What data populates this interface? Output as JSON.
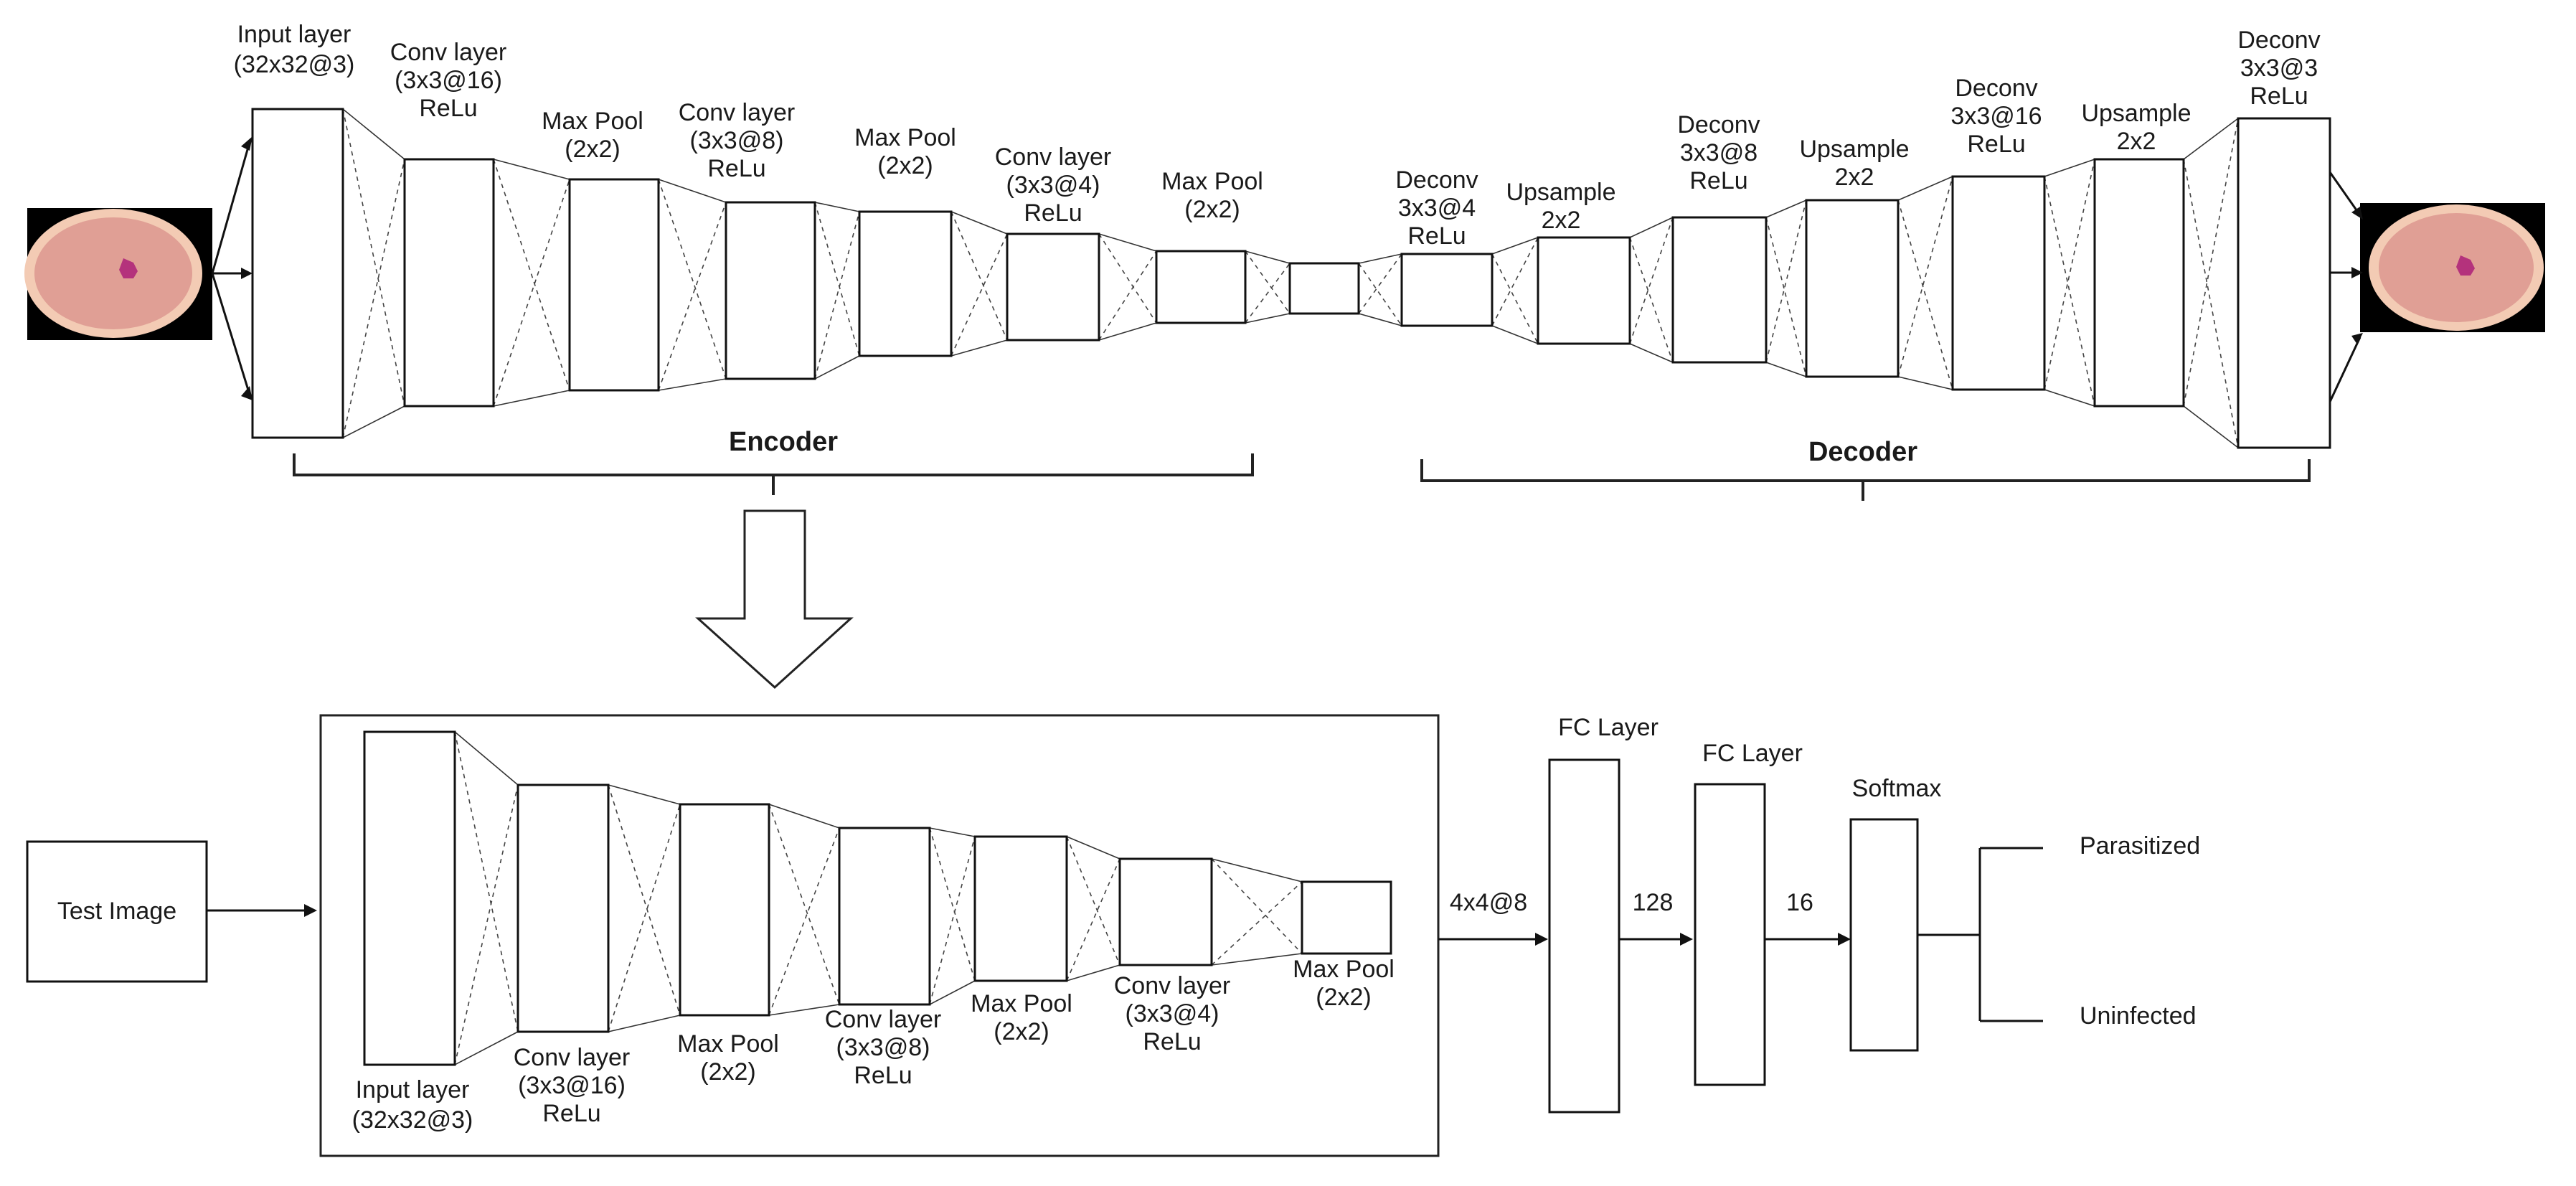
{
  "encoder": {
    "title": "Encoder",
    "layers": [
      {
        "lines": [
          "Input layer",
          "(32x32@3)"
        ]
      },
      {
        "lines": [
          "Conv layer",
          "(3x3@16)",
          "ReLu"
        ]
      },
      {
        "lines": [
          "Max Pool",
          "(2x2)"
        ]
      },
      {
        "lines": [
          "Conv layer",
          "(3x3@8)",
          "ReLu"
        ]
      },
      {
        "lines": [
          "Max Pool",
          "(2x2)"
        ]
      },
      {
        "lines": [
          "Conv layer",
          "(3x3@4)",
          "ReLu"
        ]
      },
      {
        "lines": [
          "Max Pool",
          "(2x2)"
        ]
      },
      {
        "lines": []
      }
    ]
  },
  "decoder": {
    "title": "Decoder",
    "layers": [
      {
        "lines": [
          "Deconv",
          "3x3@4",
          "ReLu"
        ]
      },
      {
        "lines": [
          "Upsample",
          "2x2"
        ]
      },
      {
        "lines": [
          "Deconv",
          "3x3@8",
          "ReLu"
        ]
      },
      {
        "lines": [
          "Upsample",
          "2x2"
        ]
      },
      {
        "lines": [
          "Deconv",
          "3x3@16",
          "ReLu"
        ]
      },
      {
        "lines": [
          "Upsample",
          "2x2"
        ]
      },
      {
        "lines": [
          "Deconv",
          "3x3@3",
          "ReLu"
        ]
      }
    ]
  },
  "classifier": {
    "test_image": "Test Image",
    "layers": [
      {
        "lines": [
          "Input layer",
          "(32x32@3)"
        ]
      },
      {
        "lines": [
          "Conv layer",
          "(3x3@16)",
          "ReLu"
        ]
      },
      {
        "lines": [
          "Max Pool",
          "(2x2)"
        ]
      },
      {
        "lines": [
          "Conv layer",
          "(3x3@8)",
          "ReLu"
        ]
      },
      {
        "lines": [
          "Max Pool",
          "(2x2)"
        ]
      },
      {
        "lines": [
          "Conv layer",
          "(3x3@4)",
          "ReLu"
        ]
      },
      {
        "lines": [
          "Max Pool",
          "(2x2)"
        ]
      }
    ],
    "flatten_label": "4x4@8",
    "fc1": {
      "title": "FC Layer",
      "out": "128"
    },
    "fc2": {
      "title": "FC Layer",
      "out": "16"
    },
    "softmax": "Softmax",
    "outputs": [
      "Parasitized",
      "Uninfected"
    ]
  },
  "colors": {
    "cell_fill": "#e09f95",
    "cell_edge": "#f3cbb4",
    "nucleus": "#b4327c",
    "background": "#000000"
  }
}
